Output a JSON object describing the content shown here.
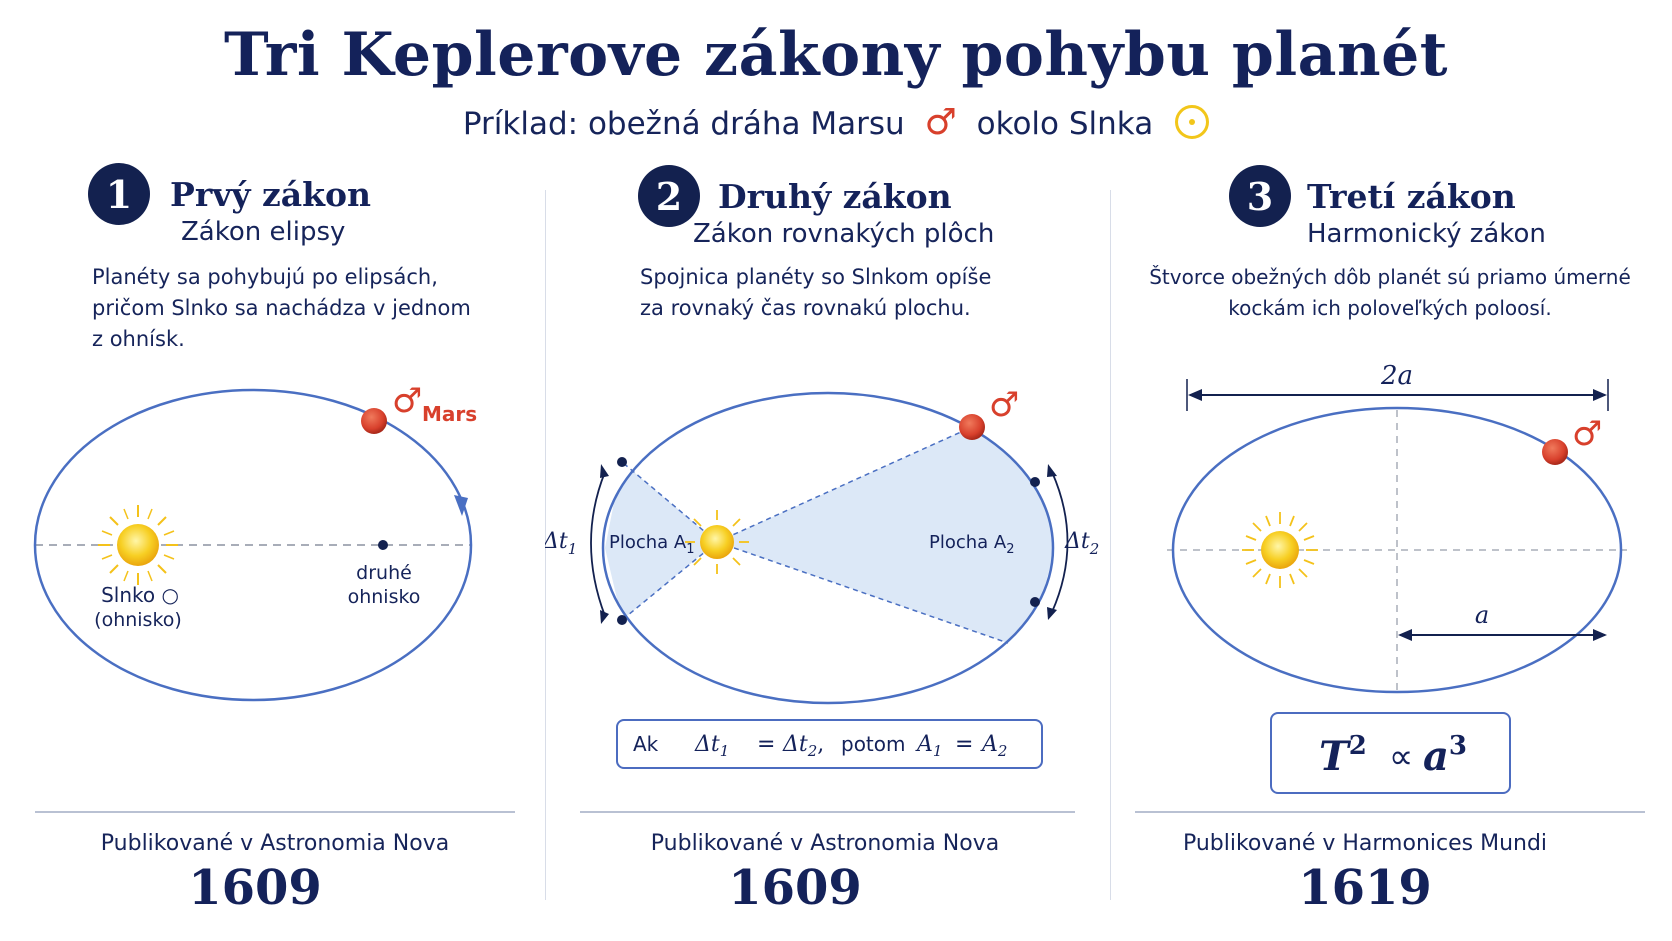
{
  "title": "Tri Keplerove zákony pohybu planét",
  "subtitle": {
    "text_before": "Príklad: obežná dráha Marsu",
    "mars_symbol": "♂",
    "text_after": "okolo Slnka"
  },
  "laws": [
    {
      "number": "1",
      "title": "Prvý zákon",
      "subtitle": "Zákon elipsy",
      "description": [
        "Planéty sa pohybujú po elipsách,",
        "pričom Slnko sa nachádza v jednom",
        "z ohnísk."
      ],
      "diagram": {
        "mars_symbol": "♂",
        "mars_label": "Mars",
        "sun_label": "Slnko ○",
        "sun_label_2": "(ohnisko)",
        "focus_label": "druhé",
        "focus_label_2": "ohnisko"
      },
      "published": "Publikované v Astronomia Nova",
      "year": "1609"
    },
    {
      "number": "2",
      "title": "Druhý zákon",
      "subtitle": "Zákon rovnakých plôch",
      "description": [
        "Spojnica planéty so Slnkom opíše",
        "za rovnaký čas rovnakú plochu."
      ],
      "diagram": {
        "mars_symbol": "♂",
        "dt1": "Δt",
        "dt1_sub": "1",
        "dt2": "Δt",
        "dt2_sub": "2",
        "area1": "Plocha A",
        "area1_sub": "1",
        "area2": "Plocha A",
        "area2_sub": "2"
      },
      "formula": {
        "ak": "Ak",
        "dt": "Δt",
        "s1": "1",
        "eq": "=",
        "s2": "2",
        "comma": ",",
        "potom": "potom",
        "a": "A",
        "a1": "1",
        "a2": "2"
      },
      "published": "Publikované v Astronomia Nova",
      "year": "1609"
    },
    {
      "number": "3",
      "title": "Tretí zákon",
      "subtitle": "Harmonický zákon",
      "description": [
        "Štvorce obežných dôb planét sú priamo úmerné",
        "kockám ich poloveľkých poloosí."
      ],
      "diagram": {
        "mars_symbol": "♂",
        "major_axis": "2a",
        "semi_axis": "a"
      },
      "formula": {
        "t": "T",
        "exp1": "2",
        "prop": "∝",
        "a": "a",
        "exp2": "3"
      },
      "published": "Publikované v Harmonices Mundi",
      "year": "1619"
    }
  ],
  "colors": {
    "navy": "#14225a",
    "orbit": "#4a6fc2",
    "mars": "#d8402c",
    "sun": "#f4c21a",
    "area_fill": "#dce8f7"
  }
}
